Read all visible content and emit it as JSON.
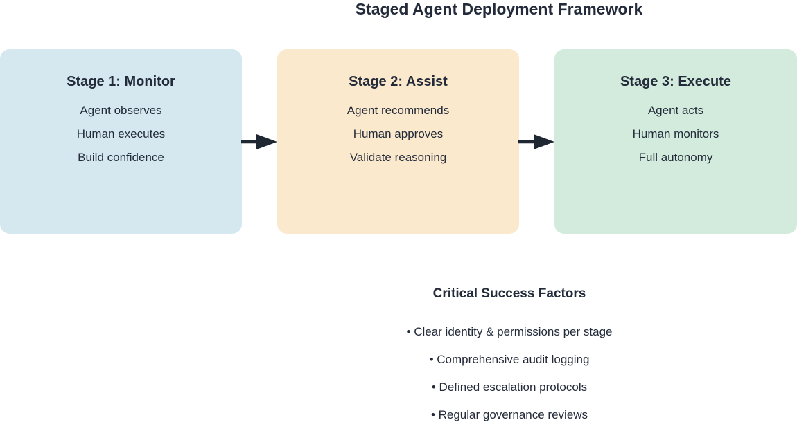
{
  "title": "Staged Agent Deployment Framework",
  "stages": [
    {
      "title": "Stage 1: Monitor",
      "items": [
        "Agent observes",
        "Human executes",
        "Build confidence"
      ],
      "bg": "#d5e8f0"
    },
    {
      "title": "Stage 2: Assist",
      "items": [
        "Agent recommends",
        "Human approves",
        "Validate reasoning"
      ],
      "bg": "#fbe9cd"
    },
    {
      "title": "Stage 3: Execute",
      "items": [
        "Agent acts",
        "Human monitors",
        "Full autonomy"
      ],
      "bg": "#d2ebdc"
    }
  ],
  "success_factors": {
    "title": "Critical Success Factors",
    "bullets": [
      "• Clear identity & permissions per stage",
      "• Comprehensive audit logging",
      "• Defined escalation protocols",
      "• Regular governance reviews"
    ]
  },
  "colors": {
    "text": "#232b3a",
    "arrow": "#1f2733",
    "background": "#ffffff"
  }
}
